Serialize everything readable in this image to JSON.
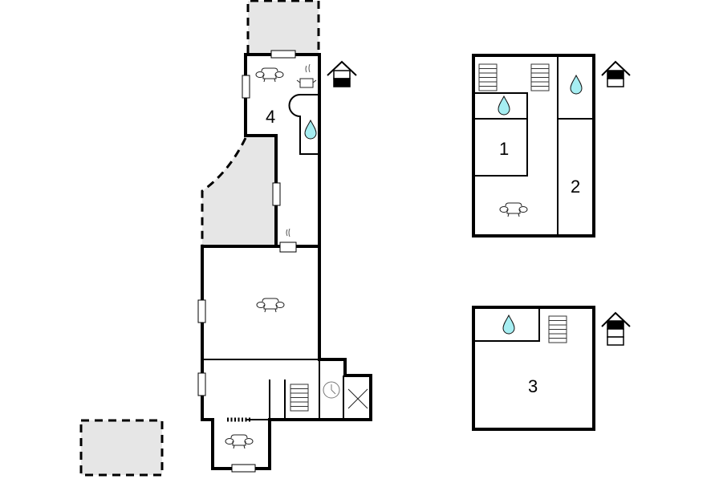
{
  "title": "Floor plan",
  "colors": {
    "wall": "#000000",
    "outdoor_area": "#e6e6e6",
    "water": "#a6eef2",
    "background": "#ffffff"
  },
  "main_building": {
    "rooms": [
      {
        "id": "room-4",
        "label": "4",
        "type": "bedroom-kitchen",
        "icons": [
          "sofa-icon",
          "cooking-pot-icon"
        ]
      },
      {
        "id": "bathroom-main",
        "label": "",
        "type": "bathroom",
        "icons": [
          "water-drop-icon"
        ]
      },
      {
        "id": "hallway",
        "label": "",
        "type": "hallway",
        "icons": [
          "stove-icon"
        ]
      },
      {
        "id": "living-room",
        "label": "",
        "type": "living",
        "icons": [
          "sofa-icon"
        ]
      },
      {
        "id": "entry",
        "label": "",
        "type": "entry",
        "icons": [
          "staircase-icon",
          "radiator-icon"
        ]
      },
      {
        "id": "utility",
        "label": "",
        "type": "utility",
        "icons": [
          "clock-icon"
        ]
      },
      {
        "id": "storage",
        "label": "",
        "type": "storage",
        "icons": [
          "cross-icon"
        ]
      },
      {
        "id": "sunroom",
        "label": "",
        "type": "living",
        "icons": [
          "sofa-icon"
        ]
      }
    ],
    "level_indicator": {
      "icon": "house-ground-floor-icon",
      "floors": 2,
      "highlighted": 2
    }
  },
  "upper_floor": {
    "rooms": [
      {
        "id": "room-1",
        "label": "1",
        "icons": []
      },
      {
        "id": "room-2",
        "label": "2",
        "icons": []
      },
      {
        "id": "bath-1",
        "label": "",
        "icons": [
          "water-drop-icon"
        ]
      },
      {
        "id": "bath-2",
        "label": "",
        "icons": [
          "water-drop-icon"
        ]
      },
      {
        "id": "landing",
        "label": "",
        "icons": [
          "staircase-icon",
          "staircase-icon",
          "sofa-icon"
        ]
      }
    ],
    "level_indicator": {
      "icon": "house-first-floor-icon",
      "floors": 2,
      "highlighted": 1
    }
  },
  "top_floor": {
    "rooms": [
      {
        "id": "room-3",
        "label": "3",
        "icons": []
      },
      {
        "id": "bath-3",
        "label": "",
        "icons": [
          "water-drop-icon"
        ]
      }
    ],
    "extra_icons": [
      "staircase-icon"
    ],
    "level_indicator": {
      "icon": "house-second-floor-icon",
      "floors": 3,
      "highlighted": 1
    }
  },
  "labels": {
    "room_1": "1",
    "room_2": "2",
    "room_3": "3",
    "room_4": "4"
  }
}
